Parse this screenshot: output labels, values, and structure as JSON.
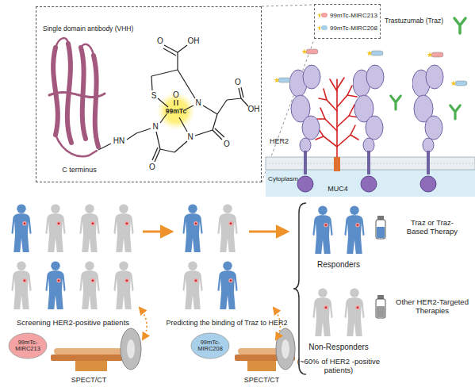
{
  "diagram": {
    "nodes": [
      {
        "text": [
          "Single domain antibody (VHH)"
        ]
      },
      {
        "text": [
          "99mTc-MIRC213"
        ]
      },
      {
        "text": [
          "99mTc-MIRC208"
        ]
      }
    ],
    "labels": [
      "O",
      "OH",
      "S",
      "N",
      "99mTc",
      "O",
      "OH",
      "O",
      "N",
      "N",
      "O",
      "O",
      "HN",
      "C terminus",
      "Trastuzumab (Traz)",
      "HER2",
      "MUC4",
      "Cytoplasm",
      "Screening HER2-positive patients",
      "SPECT/CT",
      "Predicting the binding of Traz to HER2",
      "SPECT/CT",
      "Responders",
      "Traz or Traz-Based Therapy",
      "Non-Responders",
      "(~60% of HER2 -positive patients)",
      "Other HER2-Targeted Therapies"
    ],
    "legend": [
      {
        "text": "99mTc-MIRC213",
        "color": "#f3a3a3"
      },
      {
        "text": "99mTc-MIRC208",
        "color": "#a8d0ea"
      }
    ]
  }
}
